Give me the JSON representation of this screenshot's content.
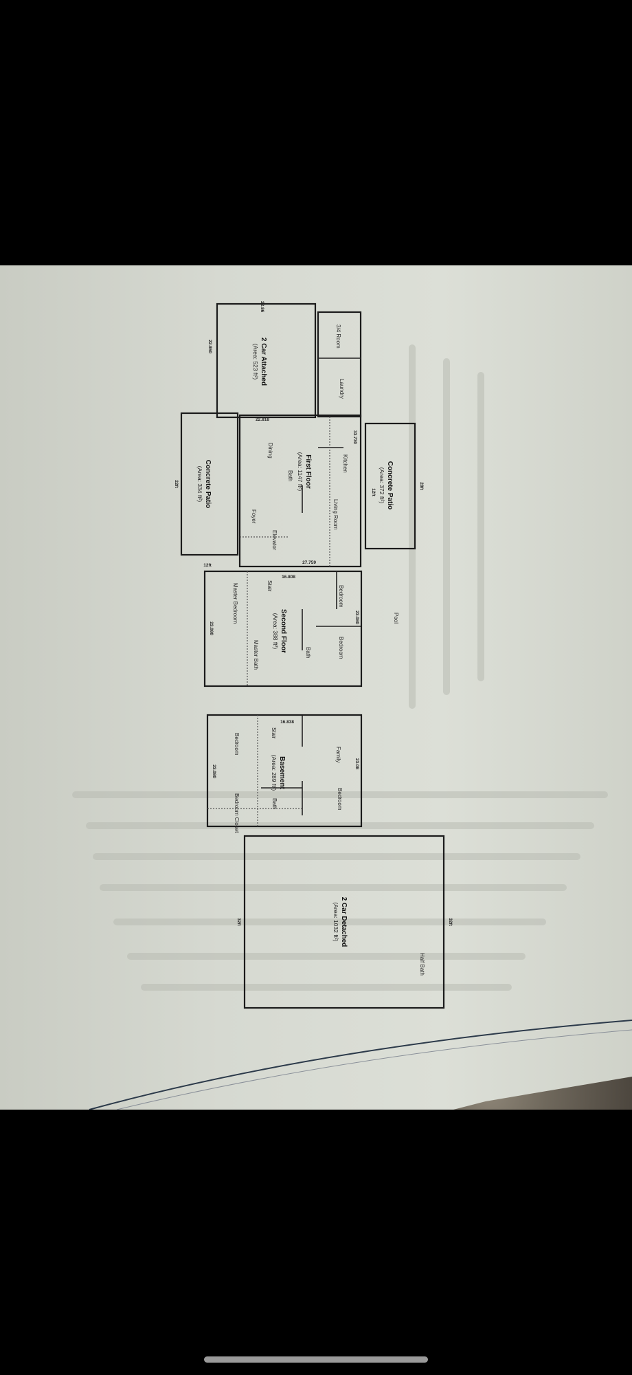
{
  "sections": {
    "garage_attached": {
      "name": "2 Car Attached",
      "area": "(Area: 523 ft²)",
      "dims": [
        "22.86",
        "22.860"
      ]
    },
    "first_floor": {
      "name": "First Floor",
      "area": "(Area: 1147 ft²)",
      "rooms": [
        "3/4 Room",
        "Laundry",
        "Kitchen",
        "Dining",
        "Bath",
        "Living Room",
        "Foyer",
        "Elevator"
      ],
      "dims": [
        "22.818",
        "27.759",
        "33.730"
      ]
    },
    "patio_left": {
      "name": "Concrete Patio",
      "area": "(Area: 334 ft²)",
      "dims": [
        "22ft",
        "12ft"
      ]
    },
    "patio_right": {
      "name": "Concrete Patio",
      "area": "(Area: 372 ft²)",
      "dims": [
        "28ft",
        "12ft"
      ]
    },
    "second_floor": {
      "name": "Second Floor",
      "area": "(Area: 388 ft²)",
      "rooms": [
        "Bedroom",
        "Bedroom",
        "Bath",
        "Stair",
        "Master Bedroom",
        "Master Bath"
      ],
      "dims": [
        "23.080",
        "23.080",
        "16.808"
      ]
    },
    "basement": {
      "name": "Basement",
      "area": "(Area: 289 ft²)",
      "rooms": [
        "Family",
        "Bedroom",
        "Bath",
        "Stair",
        "Bedroom",
        "Bedroom Closet"
      ],
      "dims": [
        "23.08",
        "23.080",
        "16.838"
      ]
    },
    "garage_detached": {
      "name": "2 Car Detached",
      "area": "(Area: 1032 ft²)",
      "rooms": [
        "Half Bath"
      ],
      "dims": [
        "32ft",
        "32ft"
      ]
    },
    "pool_label": "Pool"
  },
  "colors": {
    "paper": "#d6d9d1",
    "ink": "#1b1b1b",
    "frame": "#000000"
  }
}
